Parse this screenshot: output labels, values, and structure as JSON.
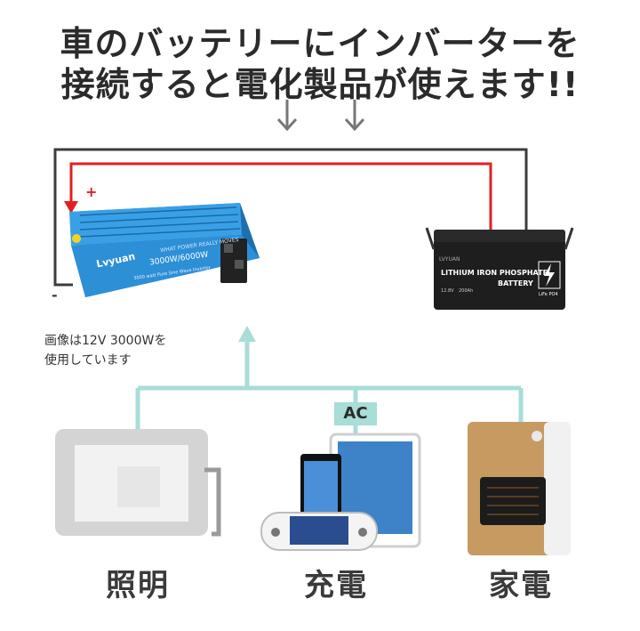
{
  "headline": {
    "line1": "車のバッテリーにインバーターを",
    "line2": "接続すると電化製品が使えます!!"
  },
  "inverter": {
    "brand": "Lvyuan",
    "rating": "3000W/6000W",
    "tagline": "WHAT POWER REALLY MOVES",
    "subtitle": "3000 watt Pure Sine Wave Inverter",
    "plus_label": "+",
    "minus_label": "-"
  },
  "battery": {
    "brand": "LVYUAN",
    "line1": "LITHIUM IRON PHOSPHATE",
    "line2": "BATTERY",
    "voltage": "12.8V",
    "capacity": "200Ah",
    "chem_badge": "LiFe PO4"
  },
  "note": {
    "line1": "画像は12V 3000Wを",
    "line2": "使用しています"
  },
  "ac_label": "AC",
  "appliances": [
    {
      "caption": "照明"
    },
    {
      "caption": "充電"
    },
    {
      "caption": "家電"
    }
  ],
  "colors": {
    "headline": "#2b2b2b",
    "positive_wire": "#e02020",
    "negative_wire": "#3c3c3c",
    "ac_line": "#a8ddd8",
    "inverter_body": "#2d8fd6",
    "battery_body": "#1e1e1e",
    "heater_wood": "#c79a62"
  },
  "icons": [
    "arrow-down-icon",
    "arrow-down-icon",
    "lightning-icon"
  ]
}
